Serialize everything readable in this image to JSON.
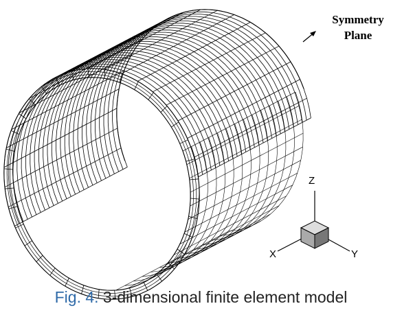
{
  "figure": {
    "annotation": {
      "line1": "Symmetry",
      "line2": "Plane"
    },
    "axes": {
      "z": "Z",
      "x": "X",
      "y": "Y"
    },
    "mesh": {
      "circumferential_divisions": 36,
      "axial_divisions": 26,
      "wall_layers": 3
    },
    "colors": {
      "mesh": "#000000",
      "cube_front": "#aaaaaa",
      "cube_top": "#dddddd",
      "cube_side": "#777777",
      "caption_label": "#2f6aa8"
    }
  },
  "caption": {
    "label": "Fig. 4.",
    "text": " 3-dimensional finite element model"
  }
}
